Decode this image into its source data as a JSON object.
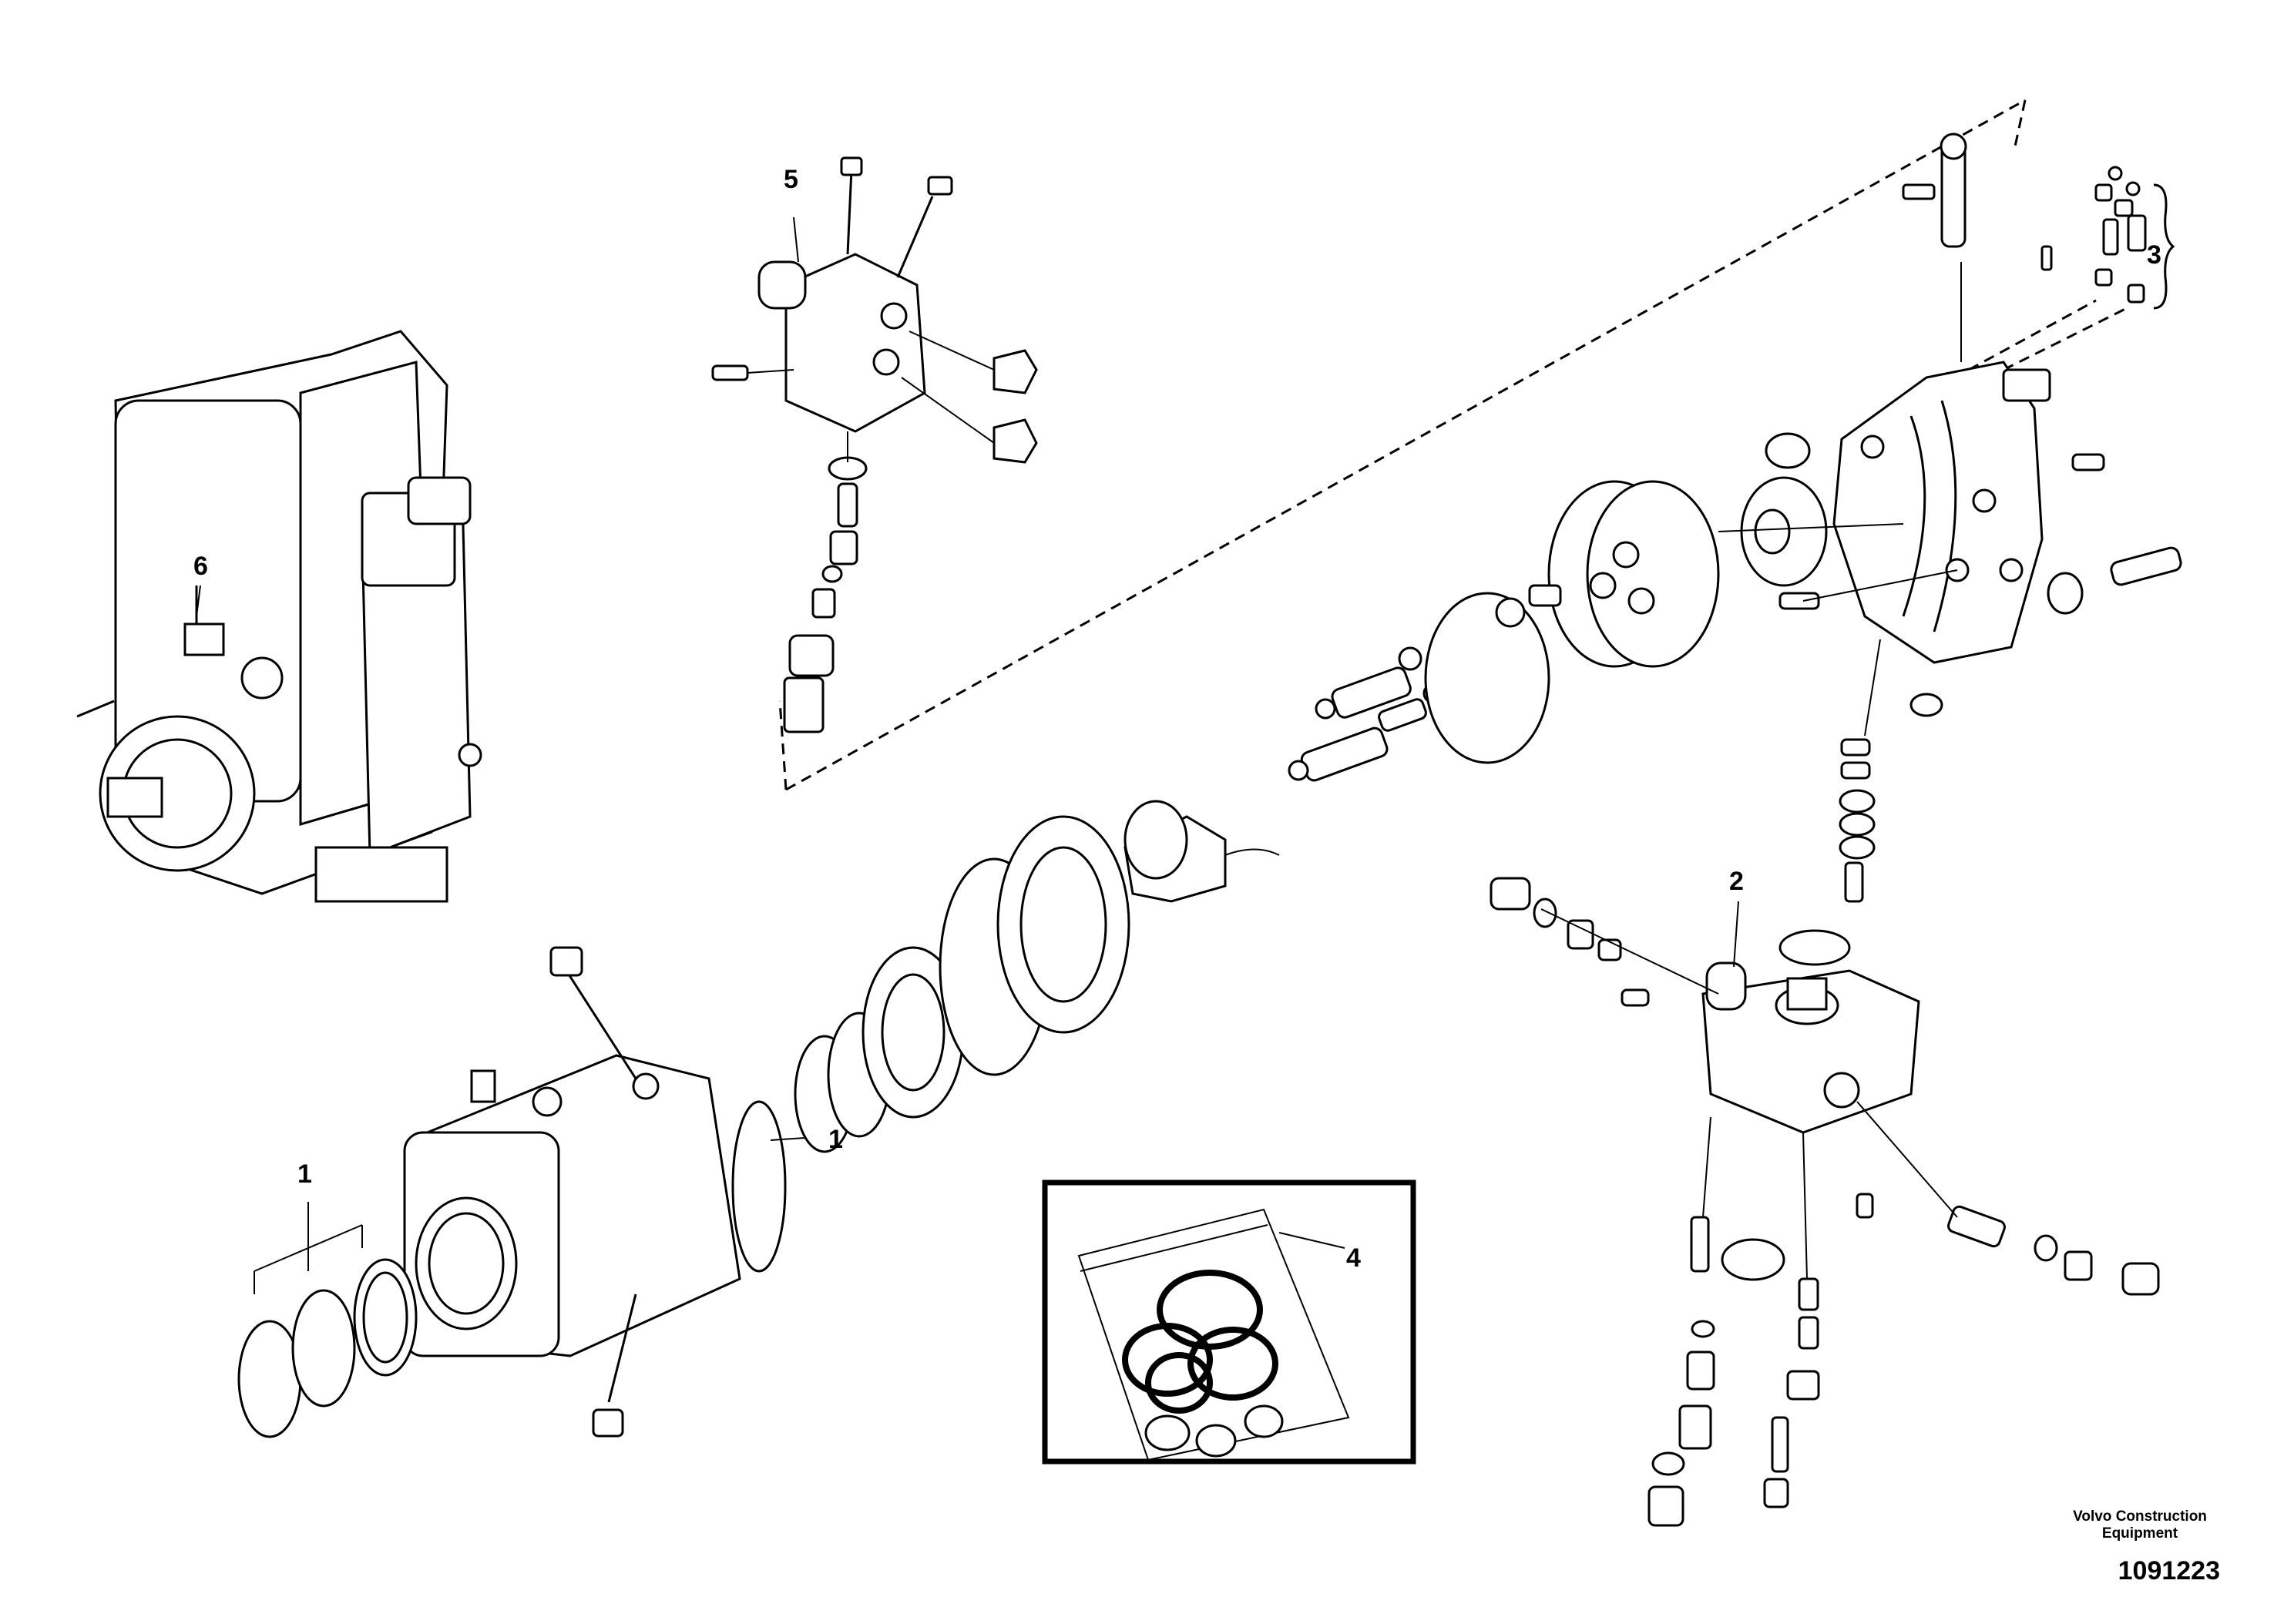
{
  "callouts": {
    "c1_left": "1",
    "c1_right": "1",
    "c2": "2",
    "c3": "3",
    "c4": "4",
    "c5": "5",
    "c6": "6"
  },
  "brand": {
    "line1": "Volvo Construction",
    "line2": "Equipment"
  },
  "figure_number": "1091223"
}
